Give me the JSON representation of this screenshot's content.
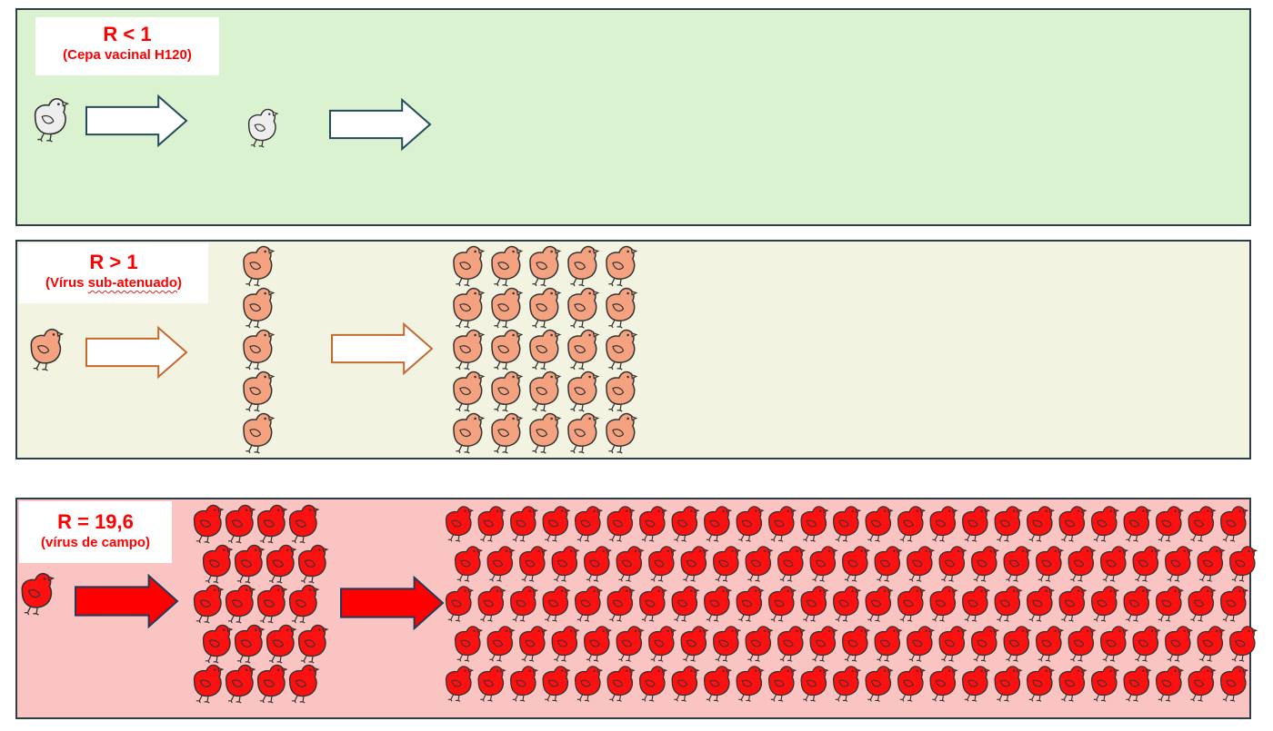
{
  "panels": [
    {
      "id": "r-less-1",
      "label_main": "R < 1",
      "label_sub": "(Cepa vacinal H120)",
      "background": "#daf2d0",
      "chick_fill": "#eeeeee",
      "arrow_style": "outline",
      "arrow_stroke": "#244b5c",
      "arrow_fill": "#ffffff",
      "groups": [
        {
          "name": "source-chick",
          "count": 1
        },
        {
          "name": "first-generation",
          "count": 1
        },
        {
          "name": "second-generation",
          "count": 0
        }
      ]
    },
    {
      "id": "r-greater-1",
      "label_main": "R > 1",
      "label_sub_parts": [
        "(Vírus ",
        "sub-atenuado",
        ")"
      ],
      "background": "#f2f4e1",
      "chick_fill": "#f4a280",
      "arrow_style": "outline",
      "arrow_stroke": "#c5692f",
      "arrow_fill": "#ffffff",
      "groups": [
        {
          "name": "source-chick",
          "count": 1
        },
        {
          "name": "first-generation",
          "count": 5
        },
        {
          "name": "second-generation",
          "count": 25
        }
      ]
    },
    {
      "id": "r-19-6",
      "label_main": "R = 19,6",
      "label_sub": "(vírus de campo)",
      "background": "#f9c4c2",
      "chick_fill": "#ff1010",
      "arrow_style": "filled",
      "arrow_stroke": "#1f3a5a",
      "arrow_fill": "#ff0000",
      "groups": [
        {
          "name": "source-chick",
          "count": 1
        },
        {
          "name": "first-generation",
          "count": 20
        },
        {
          "name": "second-generation",
          "count": 125
        }
      ]
    }
  ],
  "colors": {
    "label_text": "#ff0000",
    "panel_border": "#2f3e46",
    "chick_outline": "#333333"
  },
  "icons": {
    "chick": "chick-icon",
    "arrow": "arrow-right-icon"
  }
}
